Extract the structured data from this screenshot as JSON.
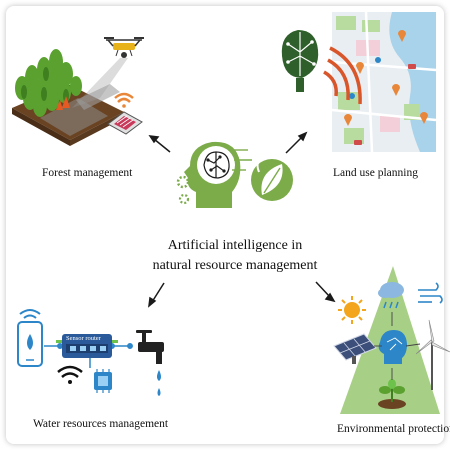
{
  "center": {
    "line1": "Artificial intelligence in",
    "line2": "natural resource management"
  },
  "labels": {
    "forest": "Forest management",
    "land": "Land use planning",
    "water": "Water resources management",
    "env": "Environmental protection"
  },
  "sensor_router": "Sensor router",
  "icons": [
    "ai-head-icon",
    "leaf-globe-icon",
    "drone-icon",
    "wifi-icon",
    "tree-icon",
    "map-icon",
    "phone-icon",
    "faucet-icon",
    "chip-icon",
    "solar-panel-icon",
    "wind-turbine-icon",
    "sun-icon",
    "cloud-icon",
    "plant-icon"
  ],
  "colors": {
    "ai_green": "#7cab4a",
    "dark_green": "#2f5f2a",
    "water_blue": "#2c86c8",
    "orange": "#e8873a",
    "triangle_green": "#a8cf86"
  }
}
